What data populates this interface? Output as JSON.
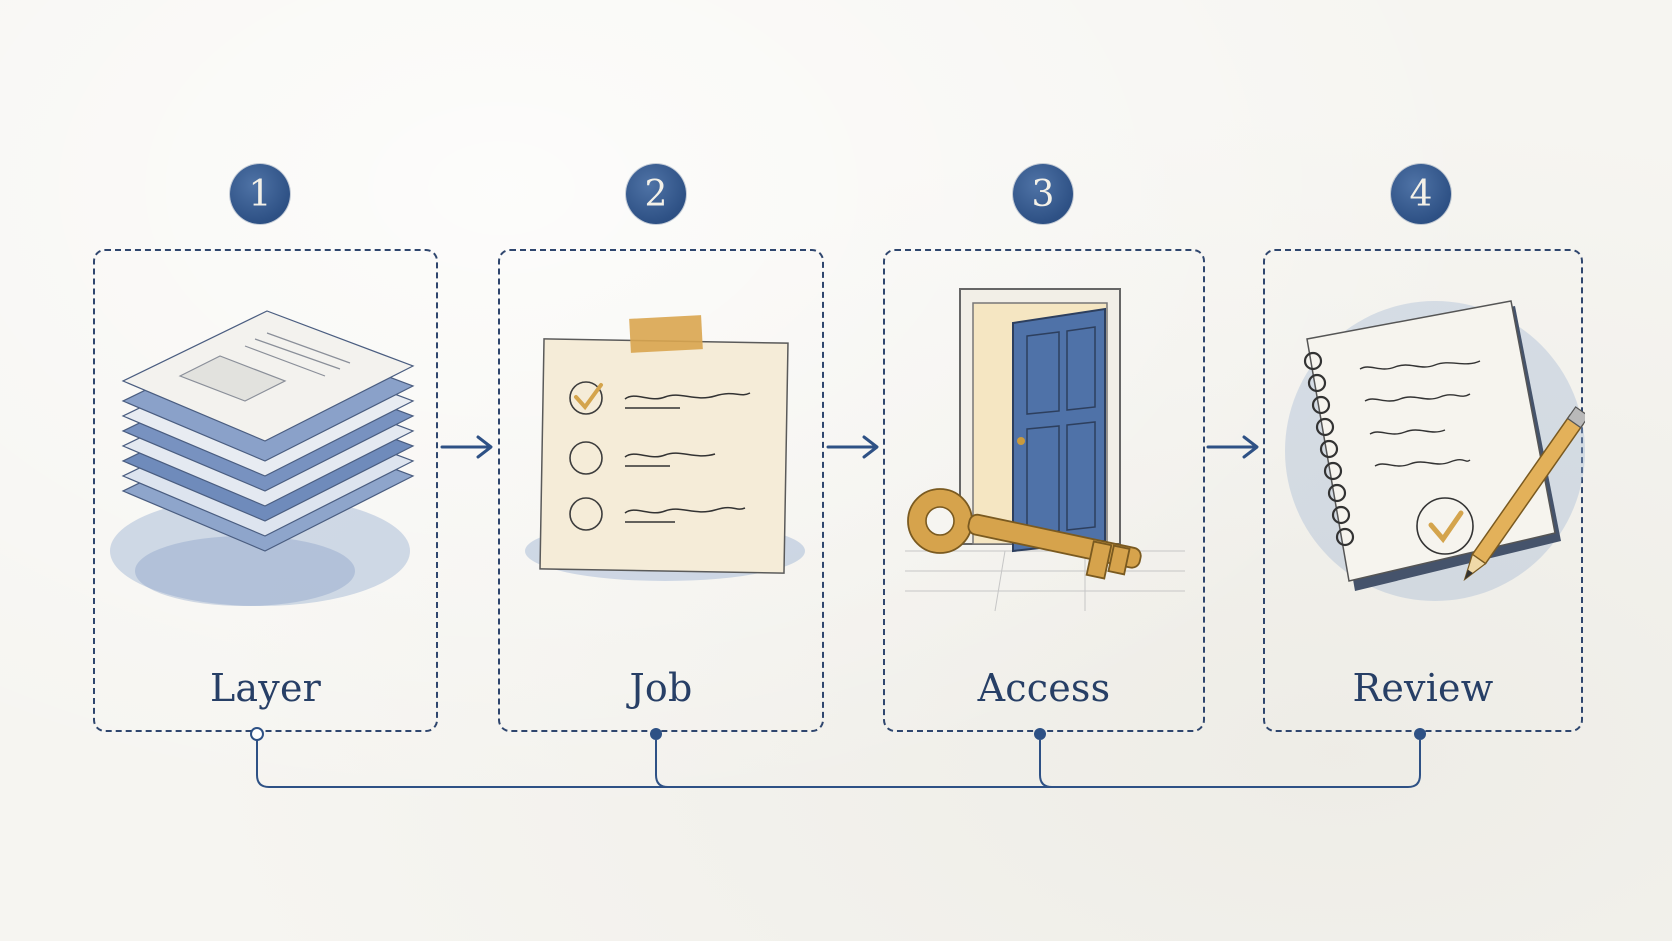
{
  "colors": {
    "accent_blue": "#2e5185",
    "ink": "#2f466e",
    "gold": "#d4a44c",
    "paper": "#f6f5f1"
  },
  "steps": [
    {
      "number": "1",
      "label": "Layer",
      "icon": "stacked-layers-icon"
    },
    {
      "number": "2",
      "label": "Job",
      "icon": "checklist-note-icon"
    },
    {
      "number": "3",
      "label": "Access",
      "icon": "door-key-icon"
    },
    {
      "number": "4",
      "label": "Review",
      "icon": "notebook-pencil-icon"
    }
  ]
}
